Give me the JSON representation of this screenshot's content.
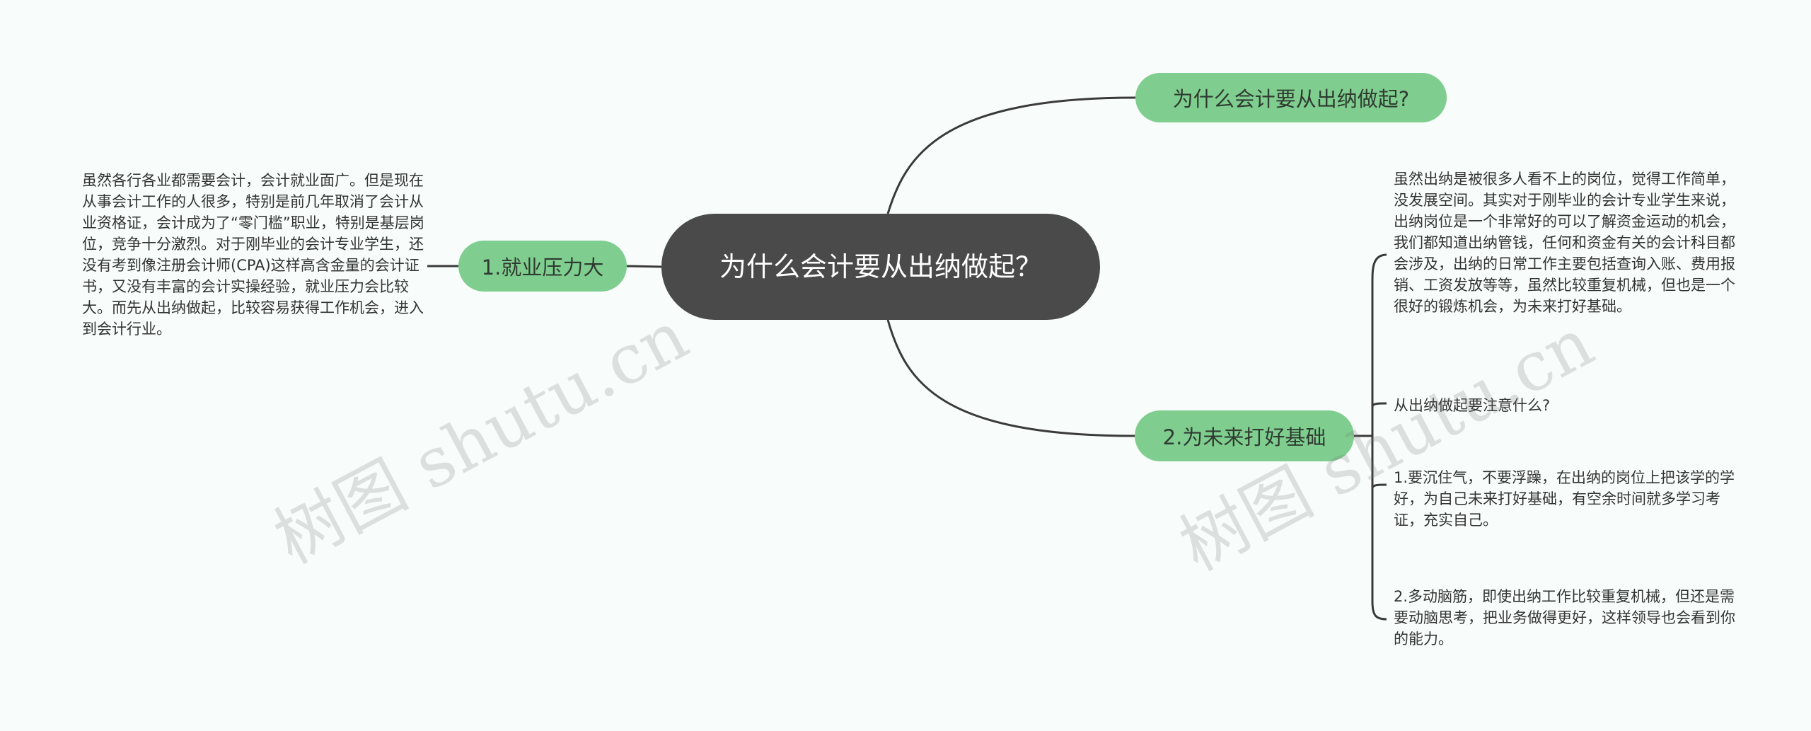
{
  "center": {
    "title": "为什么会计要从出纳做起？"
  },
  "branches": {
    "top": {
      "label": "为什么会计要从出纳做起?"
    },
    "left": {
      "label": "1.就业压力大"
    },
    "right": {
      "label": "2.为未来打好基础"
    }
  },
  "leaves": {
    "left": "虽然各行各业都需要会计，会计就业面广。但是现在从事会计工作的人很多，特别是前几年取消了会计从业资格证，会计成为了“零门槛”职业，特别是基层岗位，竞争十分激烈。对于刚毕业的会计专业学生，还没有考到像注册会计师(CPA)这样高含金量的会计证书，又没有丰富的会计实操经验，就业压力会比较大。而先从出纳做起，比较容易获得工作机会，进入到会计行业。",
    "right": [
      "虽然出纳是被很多人看不上的岗位，觉得工作简单，没发展空间。其实对于刚毕业的会计专业学生来说，出纳岗位是一个非常好的可以了解资金运动的机会，我们都知道出纳管钱，任何和资金有关的会计科目都会涉及，出纳的日常工作主要包括查询入账、费用报销、工资发放等等，虽然比较重复机械，但也是一个很好的锻炼机会，为未来打好基础。",
      "从出纳做起要注意什么?",
      "1.要沉住气，不要浮躁，在出纳的岗位上把该学的学好，为自己未来打好基础，有空余时间就多学习考证，充实自己。",
      "2.多动脑筋，即使出纳工作比较重复机械，但还是需要动脑思考，把业务做得更好，这样领导也会看到你的能力。"
    ]
  },
  "watermark": "树图 shutu.cn",
  "colors": {
    "center": "#4a4a4a",
    "branch": "#7fce8f",
    "line": "#3a3a3a",
    "background": "#f8fdfc"
  }
}
